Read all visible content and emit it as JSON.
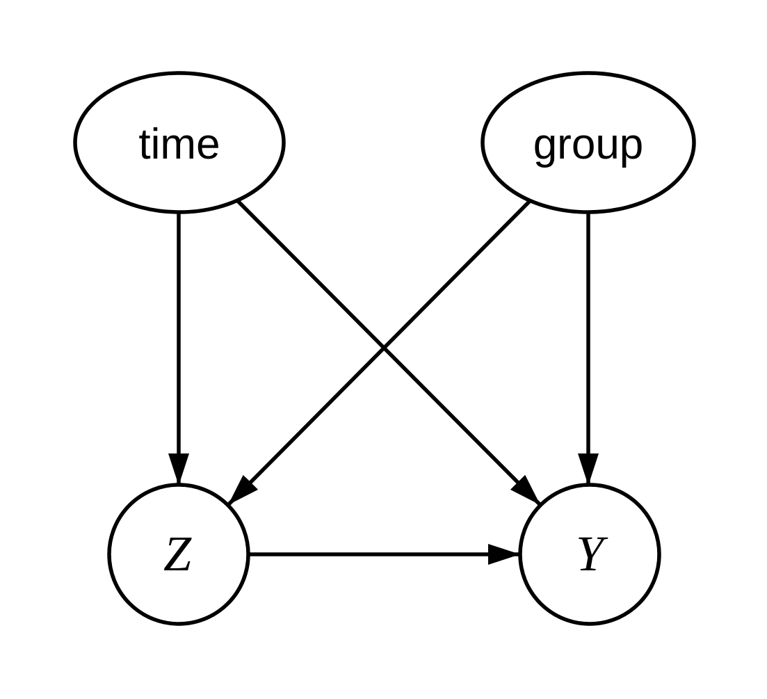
{
  "diagram": {
    "title": "causal-dag",
    "background_color": "#ffffff",
    "stroke_color": "#000000",
    "nodes": [
      {
        "id": "time",
        "label": "time",
        "shape": "ellipse"
      },
      {
        "id": "group",
        "label": "group",
        "shape": "ellipse"
      },
      {
        "id": "Z",
        "label": "Z",
        "shape": "circle"
      },
      {
        "id": "Y",
        "label": "Y",
        "shape": "circle"
      }
    ],
    "edges": [
      {
        "from": "time",
        "to": "Z",
        "style": "arrow"
      },
      {
        "from": "time",
        "to": "Y",
        "style": "arrow"
      },
      {
        "from": "group",
        "to": "Z",
        "style": "arrow"
      },
      {
        "from": "group",
        "to": "Y",
        "style": "arrow"
      },
      {
        "from": "Z",
        "to": "Y",
        "style": "arrow"
      }
    ]
  }
}
